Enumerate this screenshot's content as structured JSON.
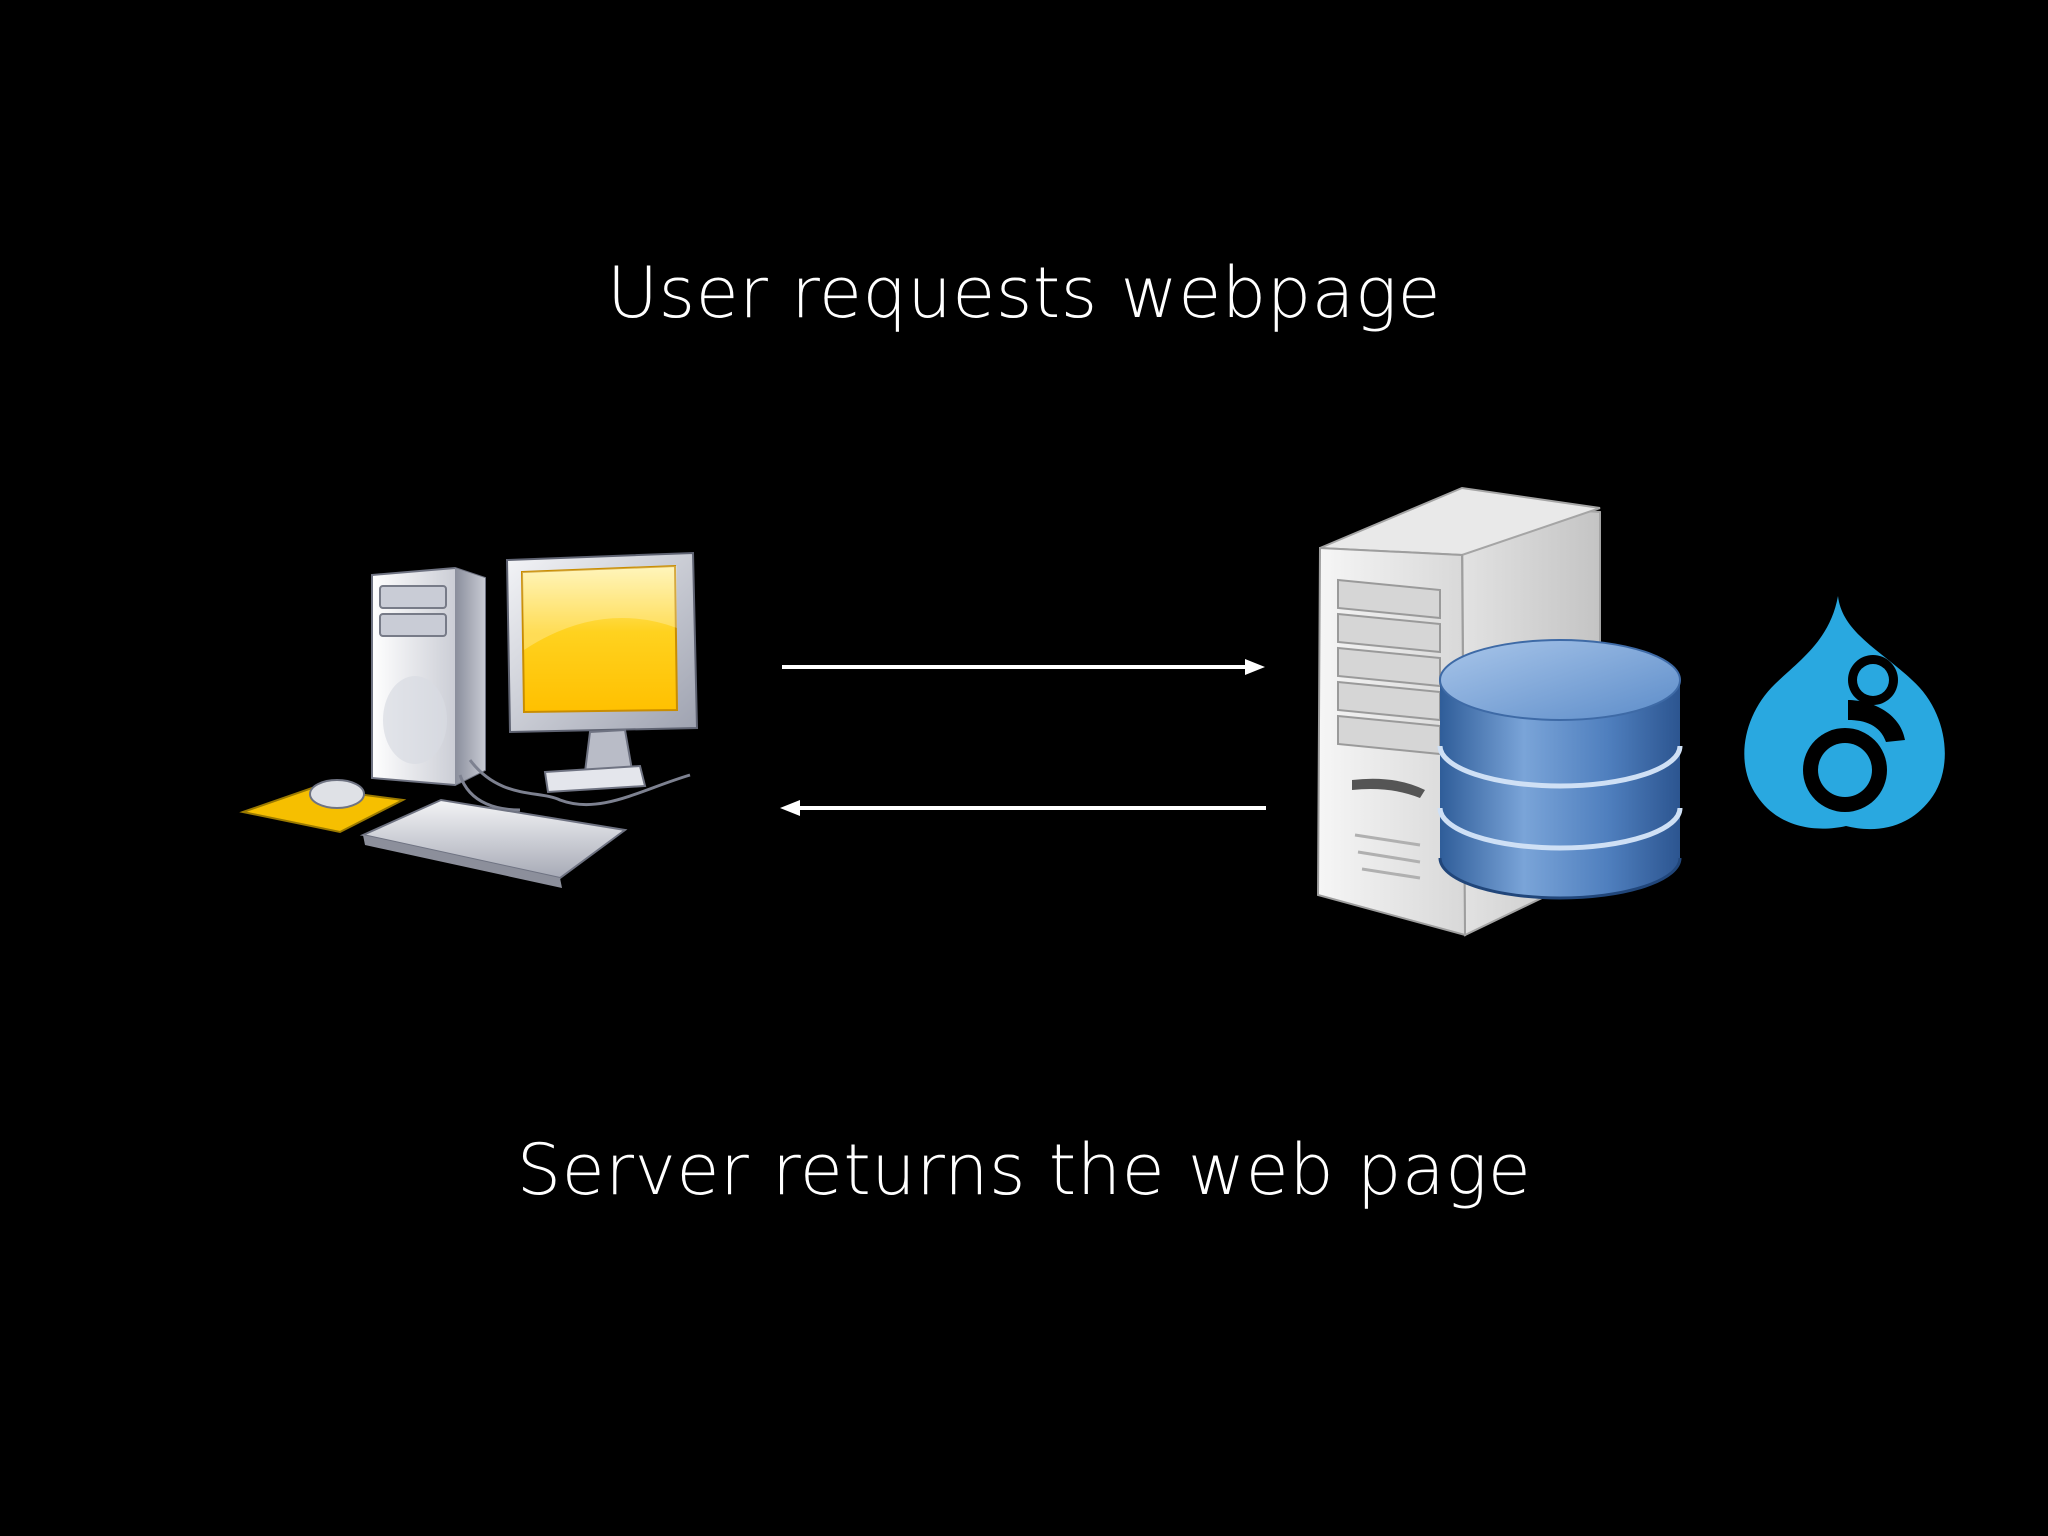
{
  "diagram": {
    "request_label": "User requests webpage",
    "response_label": "Server returns the web page",
    "nodes": {
      "client": {
        "icon": "desktop-computer-icon"
      },
      "server": {
        "icon": "server-tower-icon"
      },
      "database": {
        "icon": "database-icon"
      },
      "cms": {
        "icon": "drupal-8-logo-icon"
      }
    },
    "edges": [
      {
        "from": "client",
        "to": "server",
        "icon": "arrow-right-icon"
      },
      {
        "from": "server",
        "to": "client",
        "icon": "arrow-left-icon"
      }
    ],
    "colors": {
      "background": "#000000",
      "text": "#ffffff",
      "monitor_screen": "#ffcc00",
      "database": "#5a88c4",
      "drupal": "#29a8e0"
    }
  }
}
